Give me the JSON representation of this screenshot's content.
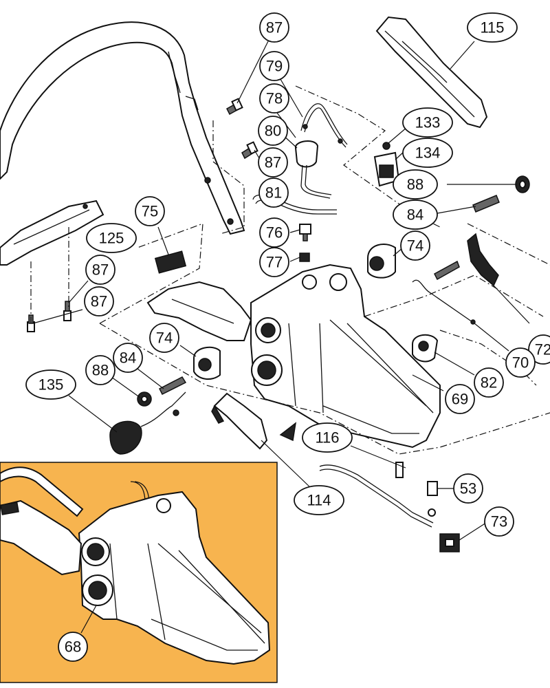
{
  "colors": {
    "inset_background": "#F7B44F",
    "line": "#111111",
    "background": "#FFFFFF"
  },
  "callouts": {
    "c87a": "87",
    "c79": "79",
    "c78": "78",
    "c80": "80",
    "c87b": "87",
    "c81": "81",
    "c115": "115",
    "c133": "133",
    "c134": "134",
    "c88a": "88",
    "c84a": "84",
    "c74a": "74",
    "c75": "75",
    "c76": "76",
    "c77": "77",
    "c125": "125",
    "c87c": "87",
    "c87d": "87",
    "c74b": "74",
    "c84b": "84",
    "c88b": "88",
    "c135": "135",
    "c72": "72",
    "c70": "70",
    "c82": "82",
    "c69": "69",
    "c116": "116",
    "c114": "114",
    "c53": "53",
    "c73": "73",
    "c68": "68"
  }
}
